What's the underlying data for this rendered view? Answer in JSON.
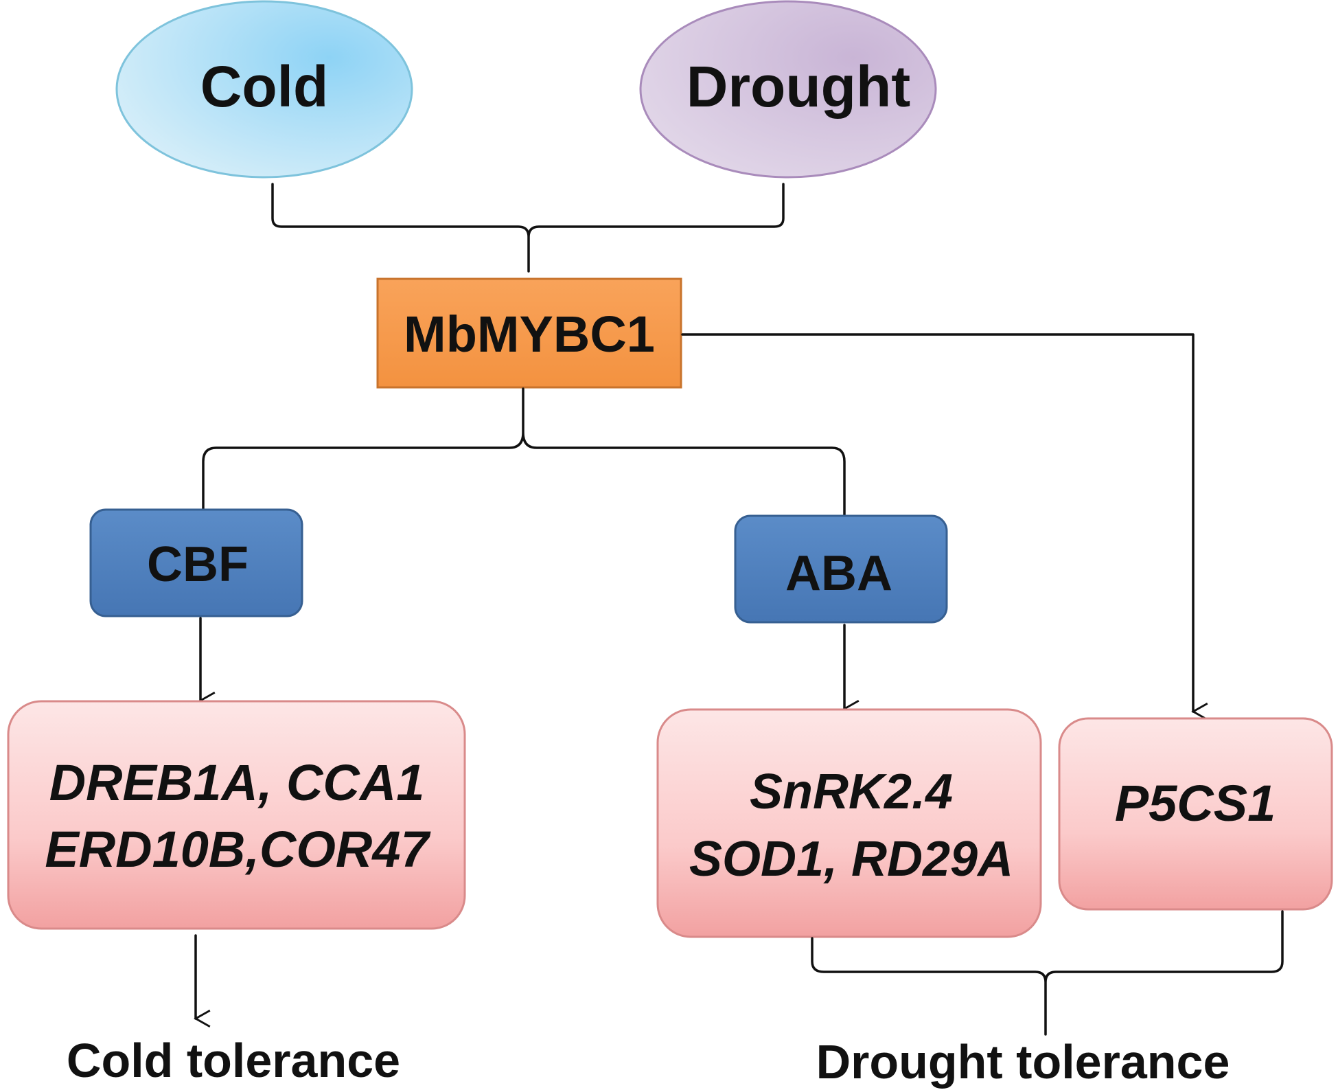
{
  "nodes": {
    "cold": {
      "label": "Cold"
    },
    "drought": {
      "label": "Drought"
    },
    "mbmybc1": {
      "label": "MbMYBC1"
    },
    "cbf": {
      "label": "CBF"
    },
    "aba": {
      "label": "ABA"
    },
    "cold_genes": {
      "line1": "DREB1A, CCA1",
      "line2": "ERD10B,COR47"
    },
    "drought_genes": {
      "line1": "SnRK2.4",
      "line2": "SOD1, RD29A"
    },
    "p5cs1": {
      "label": "P5CS1"
    }
  },
  "outcomes": {
    "cold_tolerance": "Cold tolerance",
    "drought_tolerance": "Drought tolerance"
  },
  "colors": {
    "cold_fill": "#a8dcf2",
    "drought_fill": "#d4c2dc",
    "mbmybc1_fill": "#f79646",
    "pathway_fill": "#4f81bd",
    "gene_fill": "#f7b3b3",
    "line": "#111111"
  }
}
